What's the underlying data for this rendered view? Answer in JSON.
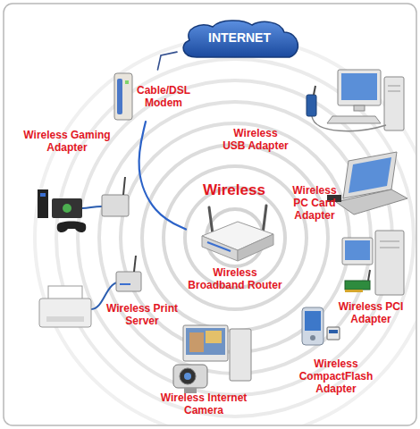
{
  "diagram": {
    "nodes": [
      {
        "text": [
          "INTERNET"
        ]
      },
      {
        "text": [
          "Cable/DSL Modem"
        ]
      },
      {
        "text": [
          "Wireless USB Adapter"
        ]
      },
      {
        "text": [
          "Wireless Gaming Adapter"
        ]
      },
      {
        "text": [
          "Wireless PC Card Adapter"
        ]
      },
      {
        "text": [
          "Wireless Broadband Router"
        ]
      },
      {
        "text": [
          "Wireless Print Server"
        ]
      },
      {
        "text": [
          "Wireless PCI Adapter"
        ]
      },
      {
        "text": [
          "Wireless CompactFlash Adapter"
        ]
      },
      {
        "text": [
          "Wireless Internet Camera"
        ]
      }
    ],
    "edges": [
      {
        "from": 0,
        "to": 1,
        "arrow": "none"
      },
      {
        "from": 1,
        "to": 5,
        "arrow": "none"
      }
    ],
    "labels": [
      "Wireless"
    ]
  }
}
